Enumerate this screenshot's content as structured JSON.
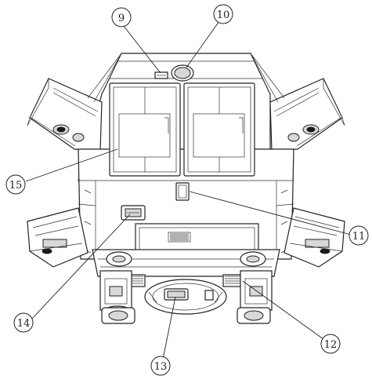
{
  "callouts": [
    {
      "id": "9",
      "label": "9"
    },
    {
      "id": "10",
      "label": "10"
    },
    {
      "id": "11",
      "label": "11"
    },
    {
      "id": "12",
      "label": "12"
    },
    {
      "id": "13",
      "label": "13"
    },
    {
      "id": "14",
      "label": "14"
    },
    {
      "id": "15",
      "label": "15"
    }
  ]
}
